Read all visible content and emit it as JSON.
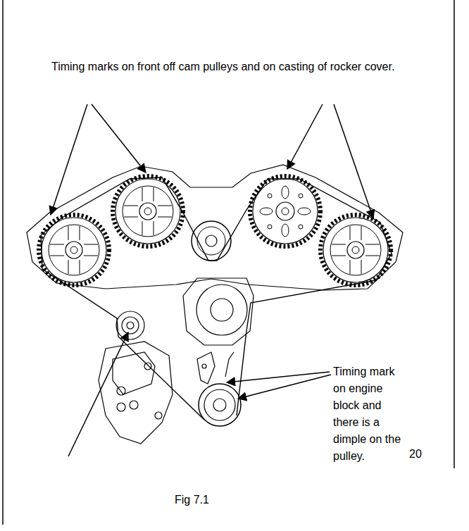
{
  "diagram": {
    "caption": "Fig 7.1",
    "labels": [
      "Timing marks on front off cam pulleys and on casting of rocker cover.",
      "Timing mark on engine block and there is a dimple on the pulley.",
      "20"
    ]
  }
}
